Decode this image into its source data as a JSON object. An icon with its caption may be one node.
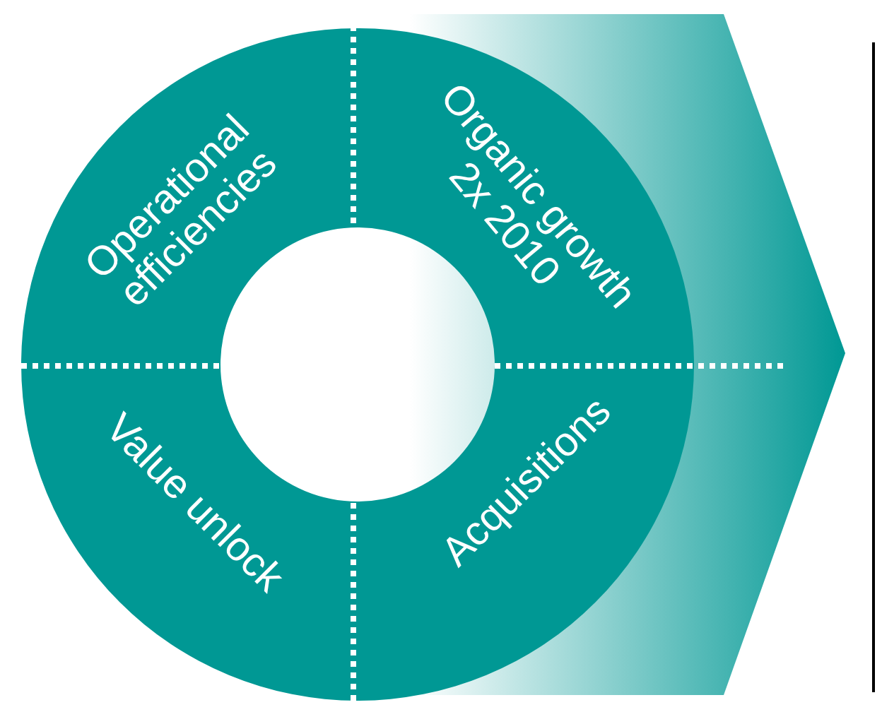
{
  "diagram": {
    "nodes": [
      {
        "text": [
          "Operational efficiencies"
        ]
      },
      {
        "text": [
          "Organic growth 2x 2010"
        ]
      },
      {
        "text": [
          "Value unlock"
        ]
      },
      {
        "text": [
          "Acquisitions"
        ]
      }
    ]
  }
}
